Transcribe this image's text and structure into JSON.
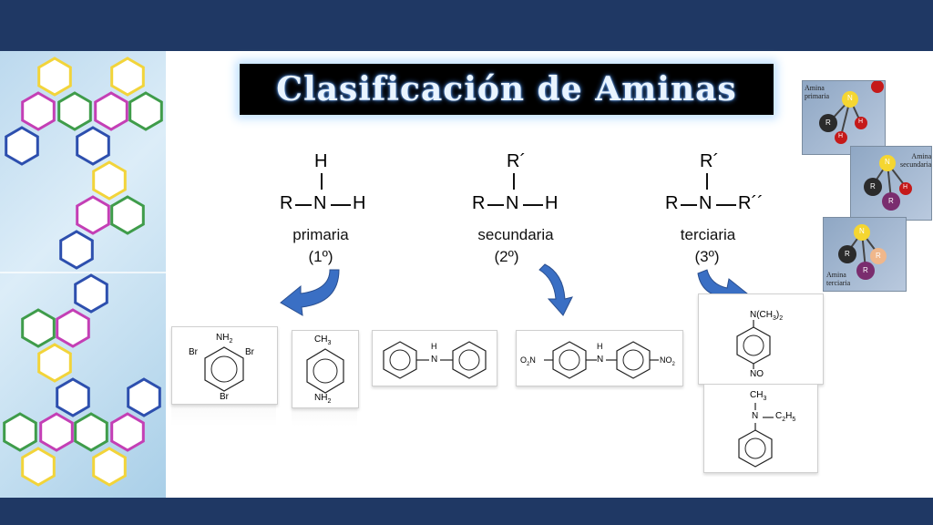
{
  "slide": {
    "title": "Clasificación de Aminas"
  },
  "structures": {
    "primaria": {
      "top": "H",
      "left": "R",
      "center": "N",
      "right": "H",
      "label": "primaria",
      "order": "(1º)"
    },
    "secundaria": {
      "top": "R´",
      "left": "R",
      "center": "N",
      "right": "H",
      "label": "secundaria",
      "order": "(2º)"
    },
    "terciaria": {
      "top": "R´",
      "left": "R",
      "center": "N",
      "right": "R´´",
      "label": "terciaria",
      "order": "(3º)"
    }
  },
  "molecules": {
    "tribromoanilina": {
      "nh2": "NH",
      "nh2_sub": "2",
      "br_left": "Br",
      "br_right": "Br",
      "br_bottom": "Br"
    },
    "toluidina": {
      "ch3": "CH",
      "ch3_sub": "3",
      "nh2": "NH",
      "nh2_sub": "2"
    },
    "difenilamina": {
      "h": "H",
      "n": "N"
    },
    "dinitrodifenilamina": {
      "h": "H",
      "n": "N",
      "o2n": "O",
      "o2n_sub": "2",
      "o2n_n": "N",
      "no2": "NO",
      "no2_sub": "2"
    },
    "dimetilnitrosoanilina": {
      "n": "N(CH",
      "n_sub": "3",
      "n_end": ")",
      "n_sub2": "2",
      "bottom": "N",
      "bottom_o": "O"
    },
    "etilmetilanilina": {
      "ch3": "CH",
      "ch3_sub": "3",
      "n": "N",
      "c2h5": "C",
      "c2h5_sub1": "2",
      "c2h5_h": "H",
      "c2h5_sub2": "5"
    }
  },
  "models": {
    "primaria": {
      "line1": "Amina",
      "line2": "primaria",
      "n": "N",
      "r": "R",
      "h1": "H",
      "h2": "H"
    },
    "secundaria": {
      "line1": "Amina",
      "line2": "secundaria",
      "n": "N",
      "r1": "R",
      "r2": "R",
      "h": "H"
    },
    "terciaria": {
      "line1": "Amina",
      "line2": "terciaria",
      "n": "N",
      "r1": "R",
      "r2": "R",
      "r3": "R"
    }
  },
  "colors": {
    "frame": "#1f3864",
    "arrow": "#3a6fc4",
    "hex_yellow": "#f2d43a",
    "hex_magenta": "#c43fb5",
    "hex_green": "#3f9c4a",
    "hex_blue": "#2d4fae"
  }
}
